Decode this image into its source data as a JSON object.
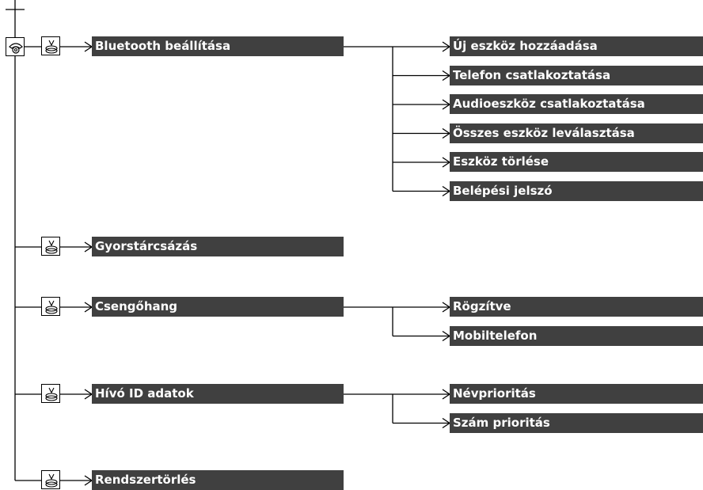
{
  "colors": {
    "bar_bg": "#404040",
    "bar_text": "#ffffff",
    "line": "#000000"
  },
  "icons": {
    "phone": "phone-icon",
    "select": "select-knob-icon"
  },
  "menu": [
    {
      "label": "Bluetooth beállítása",
      "children": [
        "Új eszköz hozzáadása",
        "Telefon csatlakoztatása",
        "Audioeszköz csatlakoztatása",
        "Összes eszköz leválasztása",
        "Eszköz törlése",
        "Belépési jelszó"
      ]
    },
    {
      "label": "Gyorstárcsázás",
      "children": []
    },
    {
      "label": "Csengőhang",
      "children": [
        "Rögzítve",
        "Mobiltelefon"
      ]
    },
    {
      "label": "Hívó ID adatok",
      "children": [
        "Névprioritás",
        "Szám prioritás"
      ]
    },
    {
      "label": "Rendszertörlés",
      "children": []
    }
  ]
}
